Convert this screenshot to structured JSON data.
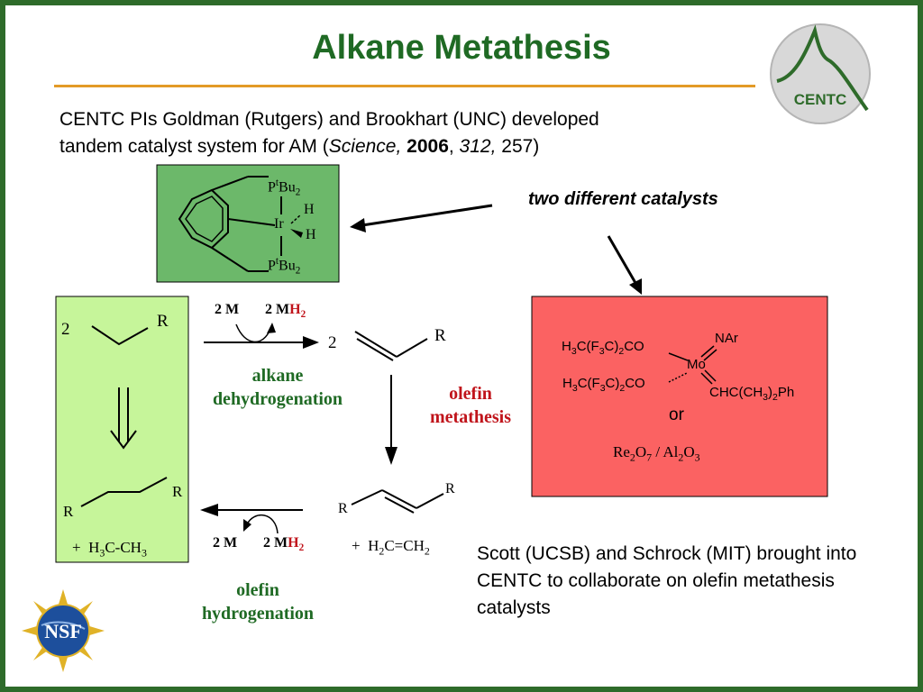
{
  "title": "Alkane Metathesis",
  "logo": {
    "text": "CENTC"
  },
  "intro": {
    "line1": "CENTC PIs Goldman (Rutgers) and Brookhart (UNC) developed",
    "line2_prefix": "tandem catalyst system for AM (",
    "journal": "Science,",
    "year": "2006",
    "volume": "312,",
    "pages": "257)"
  },
  "two_catalysts": "two different catalysts",
  "ir_catalyst": {
    "top_ligand": {
      "p": "P",
      "t": "t",
      "bu": "Bu",
      "n": "2"
    },
    "metal": "Ir",
    "h1": "H",
    "h2": "H",
    "bottom_ligand": {
      "p": "P",
      "t": "t",
      "bu": "Bu",
      "n": "2"
    }
  },
  "scheme": {
    "alkane_coef": "2",
    "r": "R",
    "step1": {
      "left": "2 M",
      "right_m": "2 M",
      "right_h": "H",
      "right_n": "2"
    },
    "olefin_coef": "2",
    "alkane_dehydrogenation": [
      "alkane",
      "dehydrogenation"
    ],
    "olefin_metathesis": [
      "olefin",
      "metathesis"
    ],
    "step3": {
      "left": "2 M",
      "right_m": "2 M",
      "right_h": "H",
      "right_n": "2"
    },
    "ethylene": {
      "plus": "+",
      "a": "H",
      "b": "2",
      "c": "C=CH",
      "d": "2"
    },
    "ethane": {
      "plus": "+",
      "a": "H",
      "b": "3",
      "c": "C-CH",
      "d": "3"
    },
    "olefin_hydrogenation": [
      "olefin",
      "hydrogenation"
    ]
  },
  "mo_catalyst": {
    "l1": {
      "a": "H",
      "b": "3",
      "c": "C(F",
      "d": "3",
      "e": "C)",
      "f": "2",
      "g": "CO"
    },
    "l2": {
      "a": "H",
      "b": "3",
      "c": "C(F",
      "d": "3",
      "e": "C)",
      "f": "2",
      "g": "CO"
    },
    "metal": "Mo",
    "imido": "NAr",
    "alkylidene": {
      "a": "CHC(CH",
      "b": "3",
      "c": ")",
      "d": "2",
      "e": "Ph"
    },
    "or": "or",
    "rhenium": {
      "a": "Re",
      "b": "2",
      "c": "O",
      "d": "7",
      "e": " / Al",
      "f": "2",
      "g": "O",
      "h": "3"
    }
  },
  "scott": "Scott (UCSB) and Schrock (MIT) brought into CENTC to collaborate on olefin metathesis catalysts",
  "nsf": {
    "text": "NSF"
  },
  "colors": {
    "border": "#2e6b2a",
    "title": "#1f6a24",
    "rule": "#e39a27",
    "ir_box": "#6cb86a",
    "green_box": "#c6f59a",
    "red_box": "#fb6262",
    "red_text": "#c0141b"
  }
}
